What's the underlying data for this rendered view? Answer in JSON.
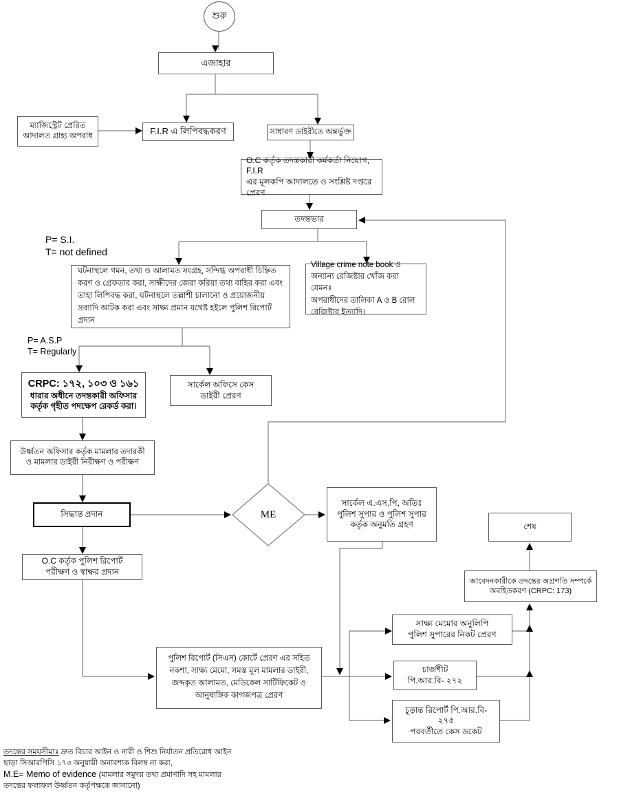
{
  "colors": {
    "line": "#7f7f7f",
    "border": "#595959",
    "arrow": "#000000",
    "text": "#000000"
  },
  "nodes": {
    "start": "শুরু",
    "ejahar": "এজাহার",
    "magistrate": "ম্যাজিস্ট্রেট প্রেরিত\nআদালত গ্রাহ্য অপরাধ",
    "fir": "F.I.R এ লিপিবদ্ধকরণ",
    "gd": "সাধারণ ডাইরীতে অন্তর্ভুক্ত",
    "oc_assign": "O.C কর্তৃক তদন্তকারী কর্মকর্তা নিয়োগ, F.I.R\nএর মূলকপি আদালতে ও সংশ্লিষ্ট দপ্তরে প্রেরণ",
    "charge": "তদন্তভার",
    "scene": "ঘটনাস্থলে গমন, তথ্য ও আলামত সংগ্রহ, সন্দিগ্ধ অপরাধী চিহ্নিত করণ ও গ্রেফতার করা, সাক্ষীদের জেরা করিয়া তথ্য বাহির করা এবং তাহা লিপিবদ্ধ করা, ঘটনাস্থলে তল্লাশী চালানো ও প্রয়োজনীয় দ্রব্যাদি আটক করা এবং সাক্ষ্য প্রমান যথেষ্ট হইলে পুলিশ রিপোর্ট প্রদান",
    "village": "Village crime note book ও\nঅন্যান্য রেজিষ্টার খোঁজ করা যেমনঃ\nঅপরাধীদের তালিকা A ও B রোল\nরেজিষ্টার ইত্যাদি।",
    "crpc_line1": "CRPC: ১৭২, ১০৩ ও ১৬১",
    "crpc_rest": "ধারার অধীনে তদন্তকারী অফিসার\nকর্তৃক গৃহীত পদক্ষেপ রেকর্ড করা।",
    "circle_office": "সার্কেল অফিসে কেস\nডাইরী প্রেরণ",
    "senior": "উর্ধ্বতন অফিসার কর্তৃক মামলার তদারকী\nও মামলার ডাইরী নিরীক্ষণ ও পরীক্ষণ",
    "decision": "সিদ্ধান্ত প্রদান",
    "me": "ME",
    "permission": "সার্কেল এ.এস.পি, অতিঃ\nপুলিশ সুপার ও পুলিশ সুপার\nকর্তৃক অনুমতি গ্রহণ",
    "end": "শেষ",
    "inform": "আবেদনকারীকে তদন্তের অগ্রগতি সম্পর্কে\nঅবহিতকরণ (CRPC: 173)",
    "oc_report": "O.C কর্তৃক পুলিশ রিপোর্ট\nপরীক্ষণ ও স্বাক্ষর প্রদান",
    "police_report": "পুলিশ রিপোর্ট (সিএস) কোর্টে প্রেরণ এর সহিত\nনকশা, সাক্ষ্য মেমো, সমস্ত মূল মামলার ডাইরী,\nজব্দকৃত আলামত, মেডিকেল সার্টিফিকেট ও\nআনুষাঙ্গিক কাগজপত্র প্রেরণ",
    "memo_copy": "সাক্ষ্য মেমোর অনুলিপি\nপুলিশ সুপারের নিকট প্রেরণ",
    "chargesheet": "চার্জশীট\nপি.আর.বি- ২৭২",
    "final_report": "চূড়ান্ত রিপোর্ট পি.আর.বি-\n২৭৫\nপরবর্তীতে কেস ডকেট"
  },
  "annotations": {
    "p1": "P= S.I.",
    "t1": "T= not defined",
    "p2": "P= A.S.P",
    "t2": "T= Regularly"
  },
  "footnotes": {
    "l1a": "তদন্তের সময়সীমাঃ",
    "l1b": " দ্রুত বিচার আইন ও নারী ও শিশু নির্যাতন প্রতিরোধ আইন",
    "l2": "ছাড়া সিআরপিসি ১৭৩ অনুযায়ী অনাবশ্যক বিলম্ব না করা,",
    "l3a": "M.E= Memo of evidence ",
    "l3b": "(মামলার সমুদয় তথ্য প্রমাণাদি সহ মামলার",
    "l4": "তদন্তের ফলাফল উর্ধ্বতন কর্তৃপক্ষকে জানানো)"
  }
}
